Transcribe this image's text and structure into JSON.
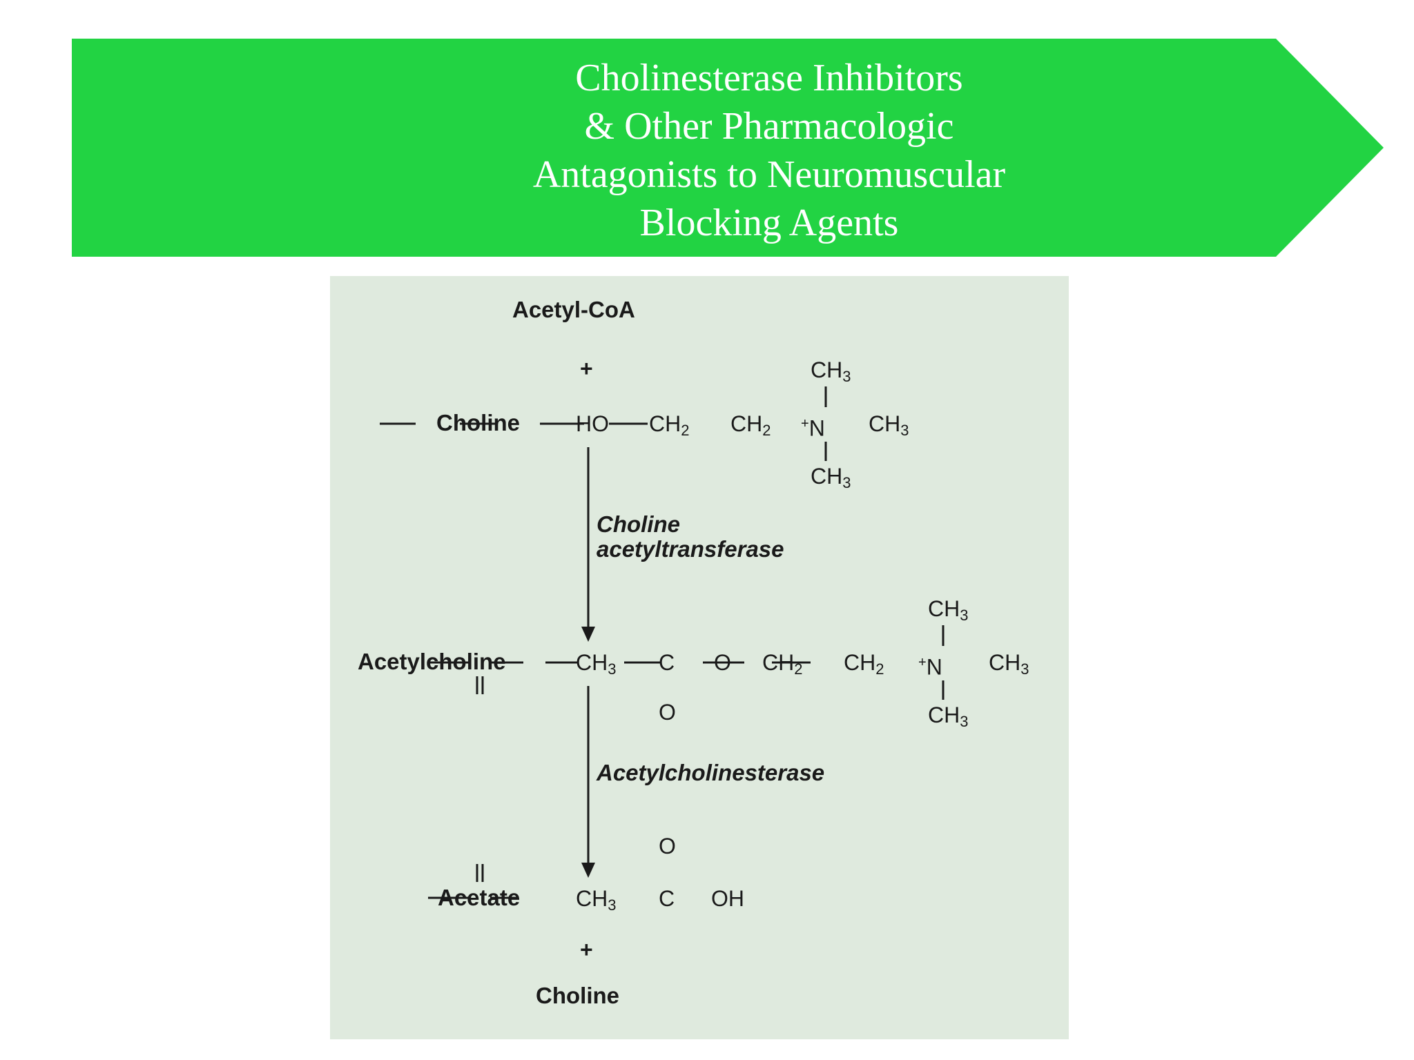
{
  "slide": {
    "banner_color": "#22d343",
    "title_lines": [
      "Cholinesterase Inhibitors",
      "& Other Pharmacologic",
      "Antagonists to Neuromuscular",
      "Blocking Agents"
    ]
  },
  "diagram": {
    "background": "#dfeade",
    "acetyl_coa": "Acetyl-CoA",
    "plus": "+",
    "choline_label": "Choline",
    "acetylcholine_label": "Acetylcholine",
    "acetate_label": "Acetate",
    "enzyme_1_line_1": "Choline",
    "enzyme_1_line_2": "acetyltransferase",
    "enzyme_2": "Acetylcholinesterase",
    "final_choline": "Choline",
    "formula": {
      "ch3": "CH",
      "ch2": "CH",
      "ho": "HO",
      "n": "N",
      "c": "C",
      "o": "O",
      "oh": "OH",
      "sub_2": "2",
      "sub_3": "3",
      "charge": "+"
    }
  }
}
